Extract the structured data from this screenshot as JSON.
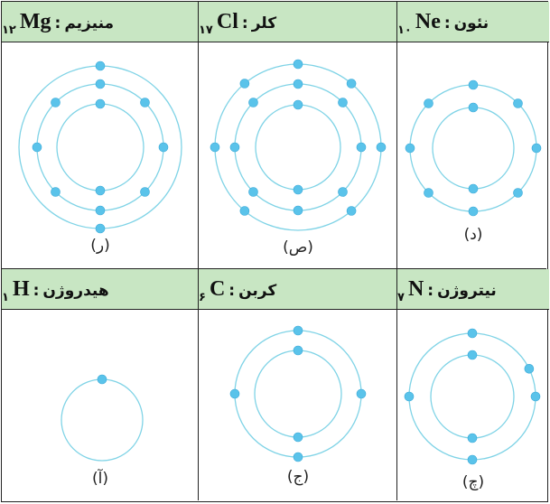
{
  "colors": {
    "header_bg": "#c8e6c3",
    "orbit": "#7fd3e6",
    "electron": "#5ac3ea",
    "border": "#222222"
  },
  "cells": [
    {
      "id": "neon",
      "name": "نئون",
      "colon": ":",
      "symbol": "Ne",
      "z": "۱۰",
      "caption": "(د)",
      "shells": [
        2,
        8
      ]
    },
    {
      "id": "chlorine",
      "name": "کلر",
      "colon": ":",
      "symbol": "Cl",
      "z": "۱۷",
      "caption": "(ص)",
      "shells": [
        2,
        8,
        7
      ]
    },
    {
      "id": "magnesium",
      "name": "منیزیم",
      "colon": ":",
      "symbol": "Mg",
      "z": "۱۲",
      "caption": "(ر)",
      "shells": [
        2,
        8,
        2
      ]
    },
    {
      "id": "nitrogen",
      "name": "نیتروژن",
      "colon": ":",
      "symbol": "N",
      "z": "۷",
      "caption": "(چ)",
      "shells": [
        2,
        5
      ]
    },
    {
      "id": "carbon",
      "name": "کربن",
      "colon": ":",
      "symbol": "C",
      "z": "۶",
      "caption": "(ج)",
      "shells": [
        2,
        4
      ]
    },
    {
      "id": "hydrogen",
      "name": "هیدروژن",
      "colon": ":",
      "symbol": "H",
      "z": "۱",
      "caption": "(آ)",
      "shells": [
        1
      ]
    }
  ]
}
